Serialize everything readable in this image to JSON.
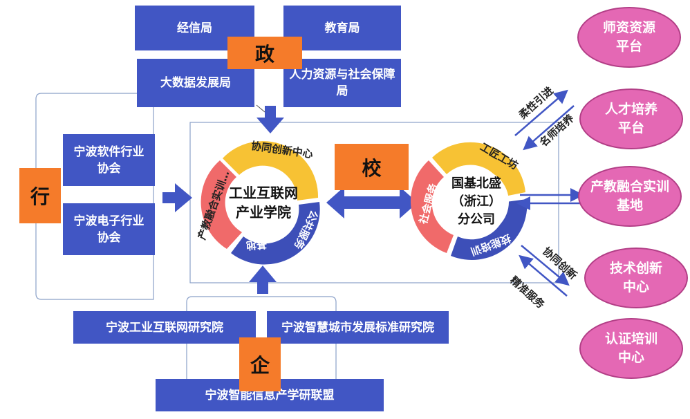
{
  "gov": {
    "tag": "政",
    "jingxin": "经信局",
    "jiaoyu": "教育局",
    "dashuju": "大数据发展局",
    "renli": "人力资源与社会保障局"
  },
  "industry": {
    "tag": "行",
    "software": "宁波软件行业协会",
    "electronics": "宁波电子行业协会"
  },
  "enterprise": {
    "tag": "企",
    "iot_institute": "宁波工业互联网研究院",
    "smartcity_institute": "宁波智慧城市发展标准研究院",
    "alliance": "宁波智能信息产学研联盟"
  },
  "school": {
    "tag": "校",
    "left_circle": {
      "center": "工业互联网产业学院",
      "arc_top": "协同创新中心",
      "arc_left": "产教融合实训…",
      "arc_right": "公共服务",
      "arc_bottom": "基地"
    },
    "right_circle": {
      "center": "国基北盛（浙江）分公司",
      "arc_top": "工匠工坊",
      "arc_left": "社会服务",
      "arc_bottom": "技能培训"
    }
  },
  "arrows": {
    "rou": "柔性引进",
    "ming": "名师培养",
    "xie": "协同创新",
    "jing": "精准服务"
  },
  "platforms": {
    "shizi": "师资资源平台",
    "rencai": "人才培养平台",
    "chanjiao": "产教融合实训基地",
    "jishu": "技术创新中心",
    "renzheng": "认证培训中心"
  }
}
